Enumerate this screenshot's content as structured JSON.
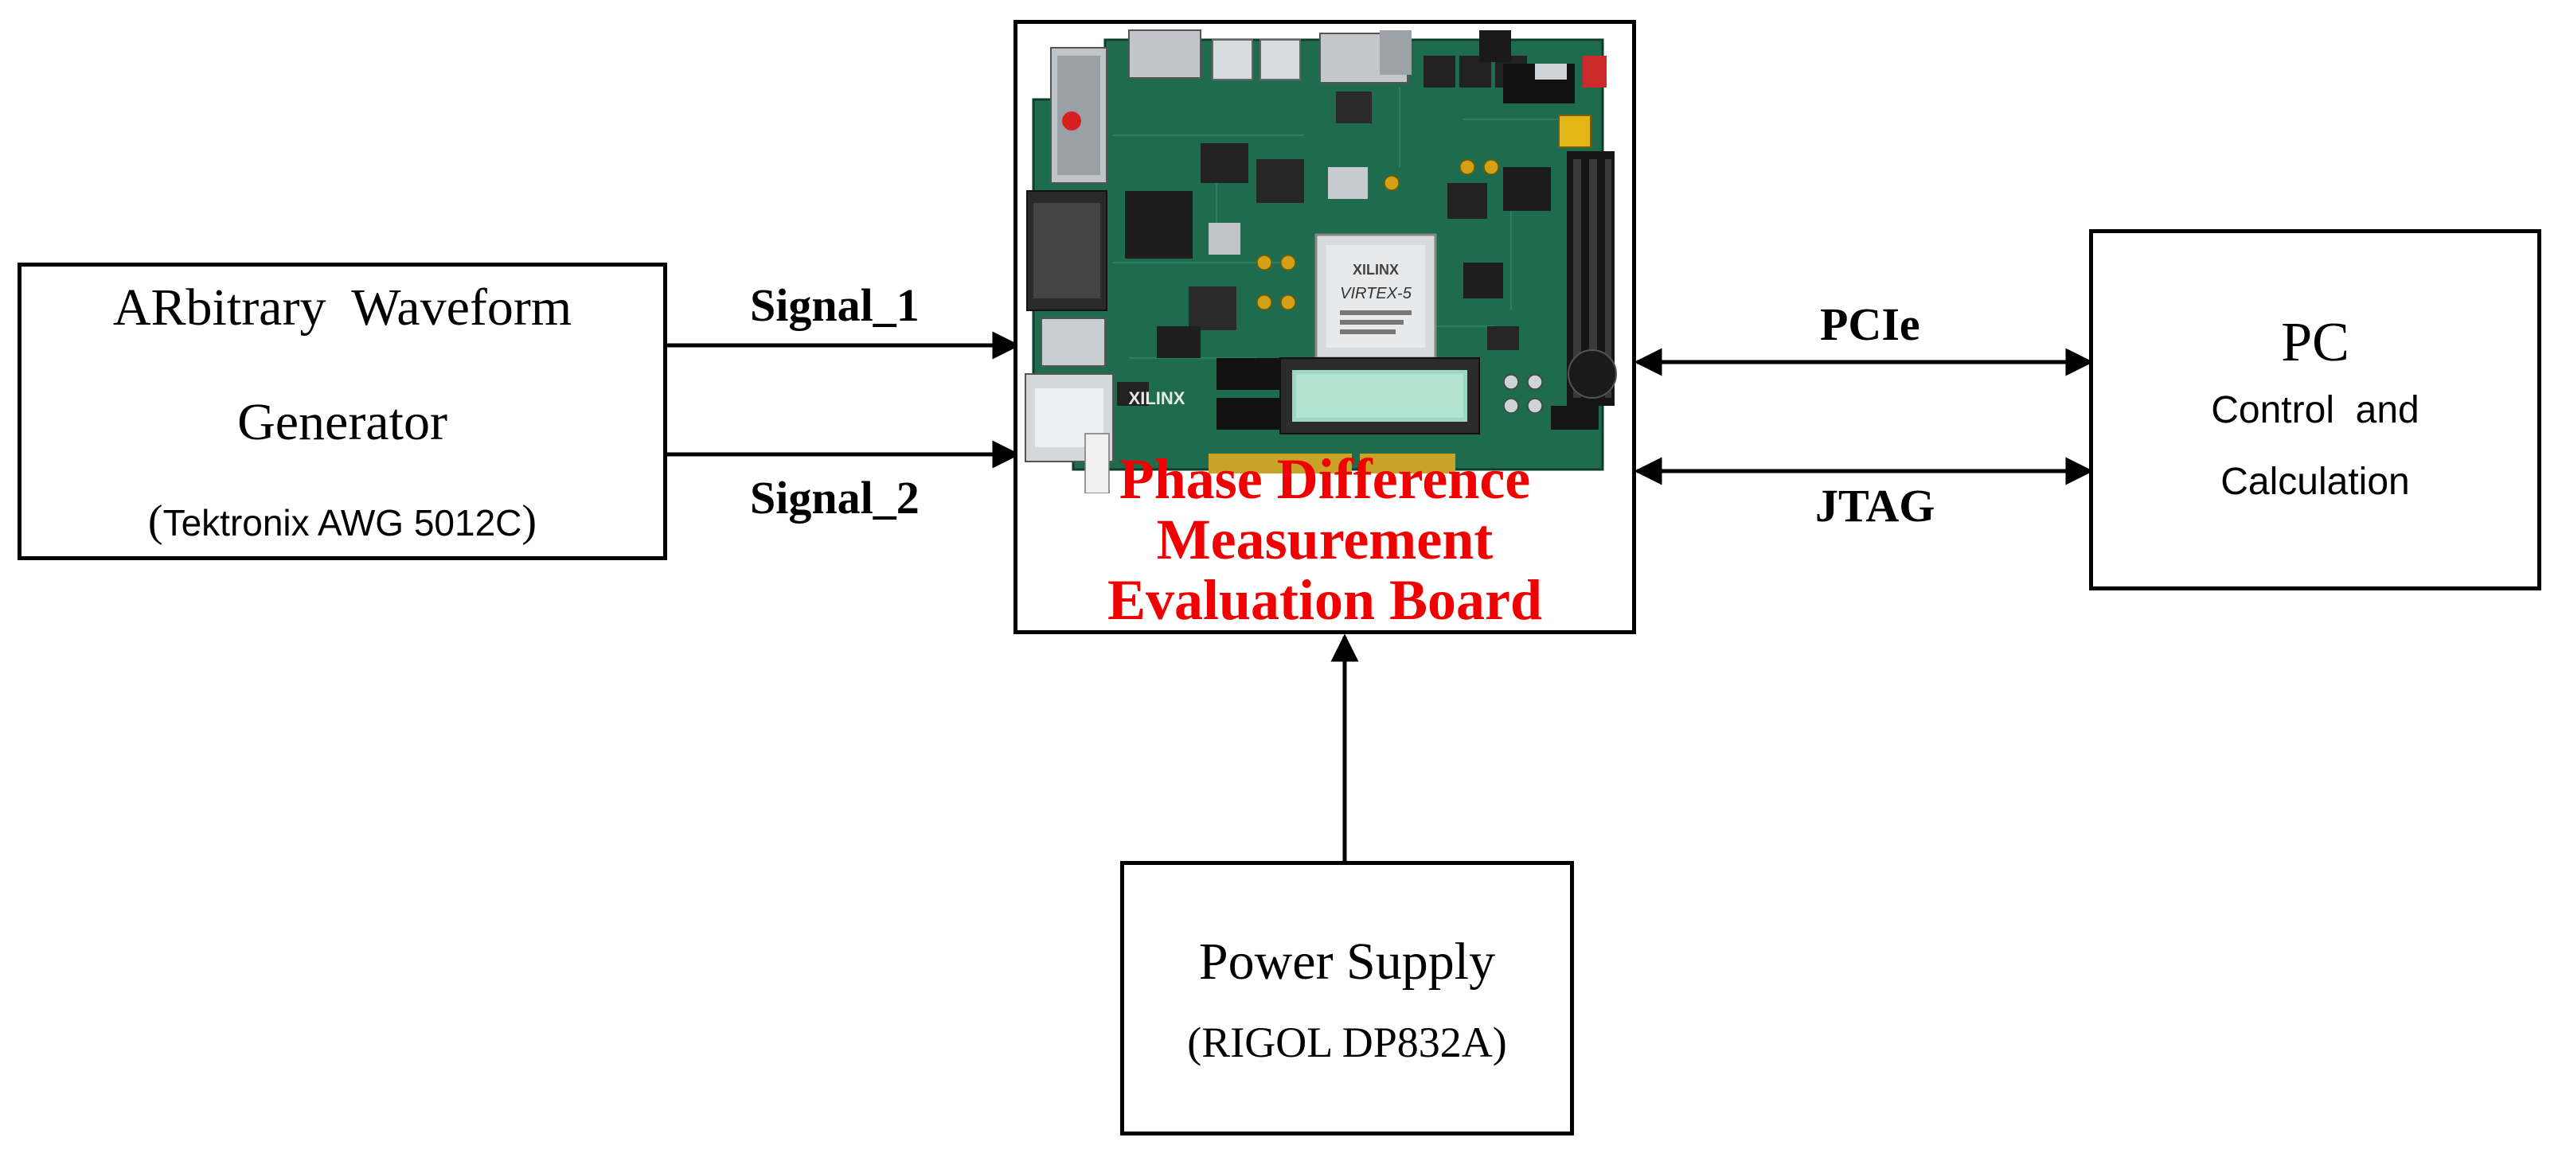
{
  "awg": {
    "title_line1": "ARbitrary  Waveform",
    "title_line2": "Generator",
    "model_open": "(",
    "model": "Tektronix AWG 5012C",
    "model_close": ")"
  },
  "board": {
    "label_line1": "Phase Difference",
    "label_line2": "Measurement",
    "label_line3": "Evaluation Board",
    "chip_brand": "XILINX",
    "chip_name": "VIRTEX-5",
    "logo_text": "XILINX"
  },
  "pc": {
    "title": "PC",
    "subtitle_line1": "Control  and",
    "subtitle_line2": "Calculation"
  },
  "power": {
    "title": "Power Supply",
    "model": "(RIGOL DP832A)"
  },
  "links": {
    "signal_1": "Signal_1",
    "signal_2": "Signal_2",
    "pcie": "PCIe",
    "jtag": "JTAG"
  },
  "colors": {
    "board_label": "#f00000",
    "pcb_green": "#1f6b4e",
    "line": "#000000"
  }
}
